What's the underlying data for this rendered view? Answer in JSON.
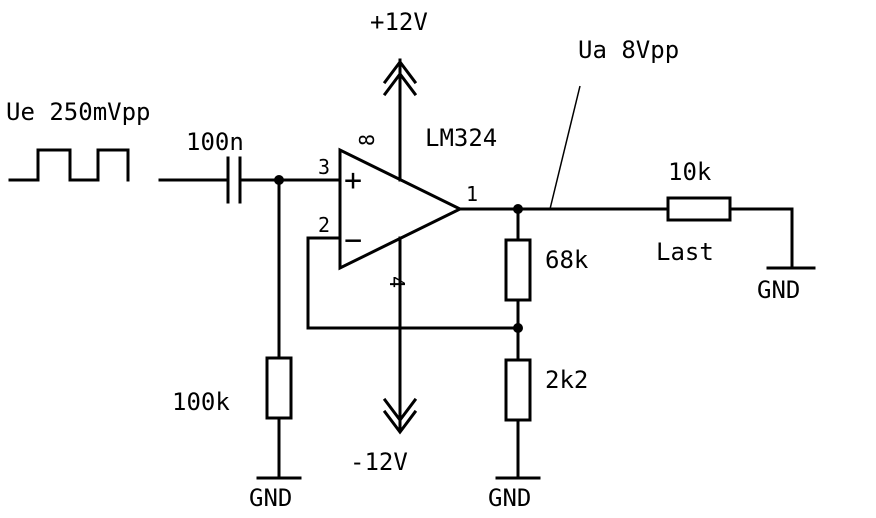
{
  "labels": {
    "vpos": "+12V",
    "vneg": "-12V",
    "output": "Ua 8Vpp",
    "input": "Ue 250mVpp",
    "cap": "100n",
    "opamp": "LM324",
    "r_out": "10k",
    "load": "Last",
    "r_fb": "68k",
    "r_gnd": "2k2",
    "r_in": "100k",
    "gnd": "GND"
  },
  "pins": {
    "non_inverting": "3",
    "inverting": "2",
    "output": "1",
    "supply_pos": "8",
    "supply_neg": "4"
  },
  "symbols": {
    "plus": "+",
    "minus": "−"
  }
}
